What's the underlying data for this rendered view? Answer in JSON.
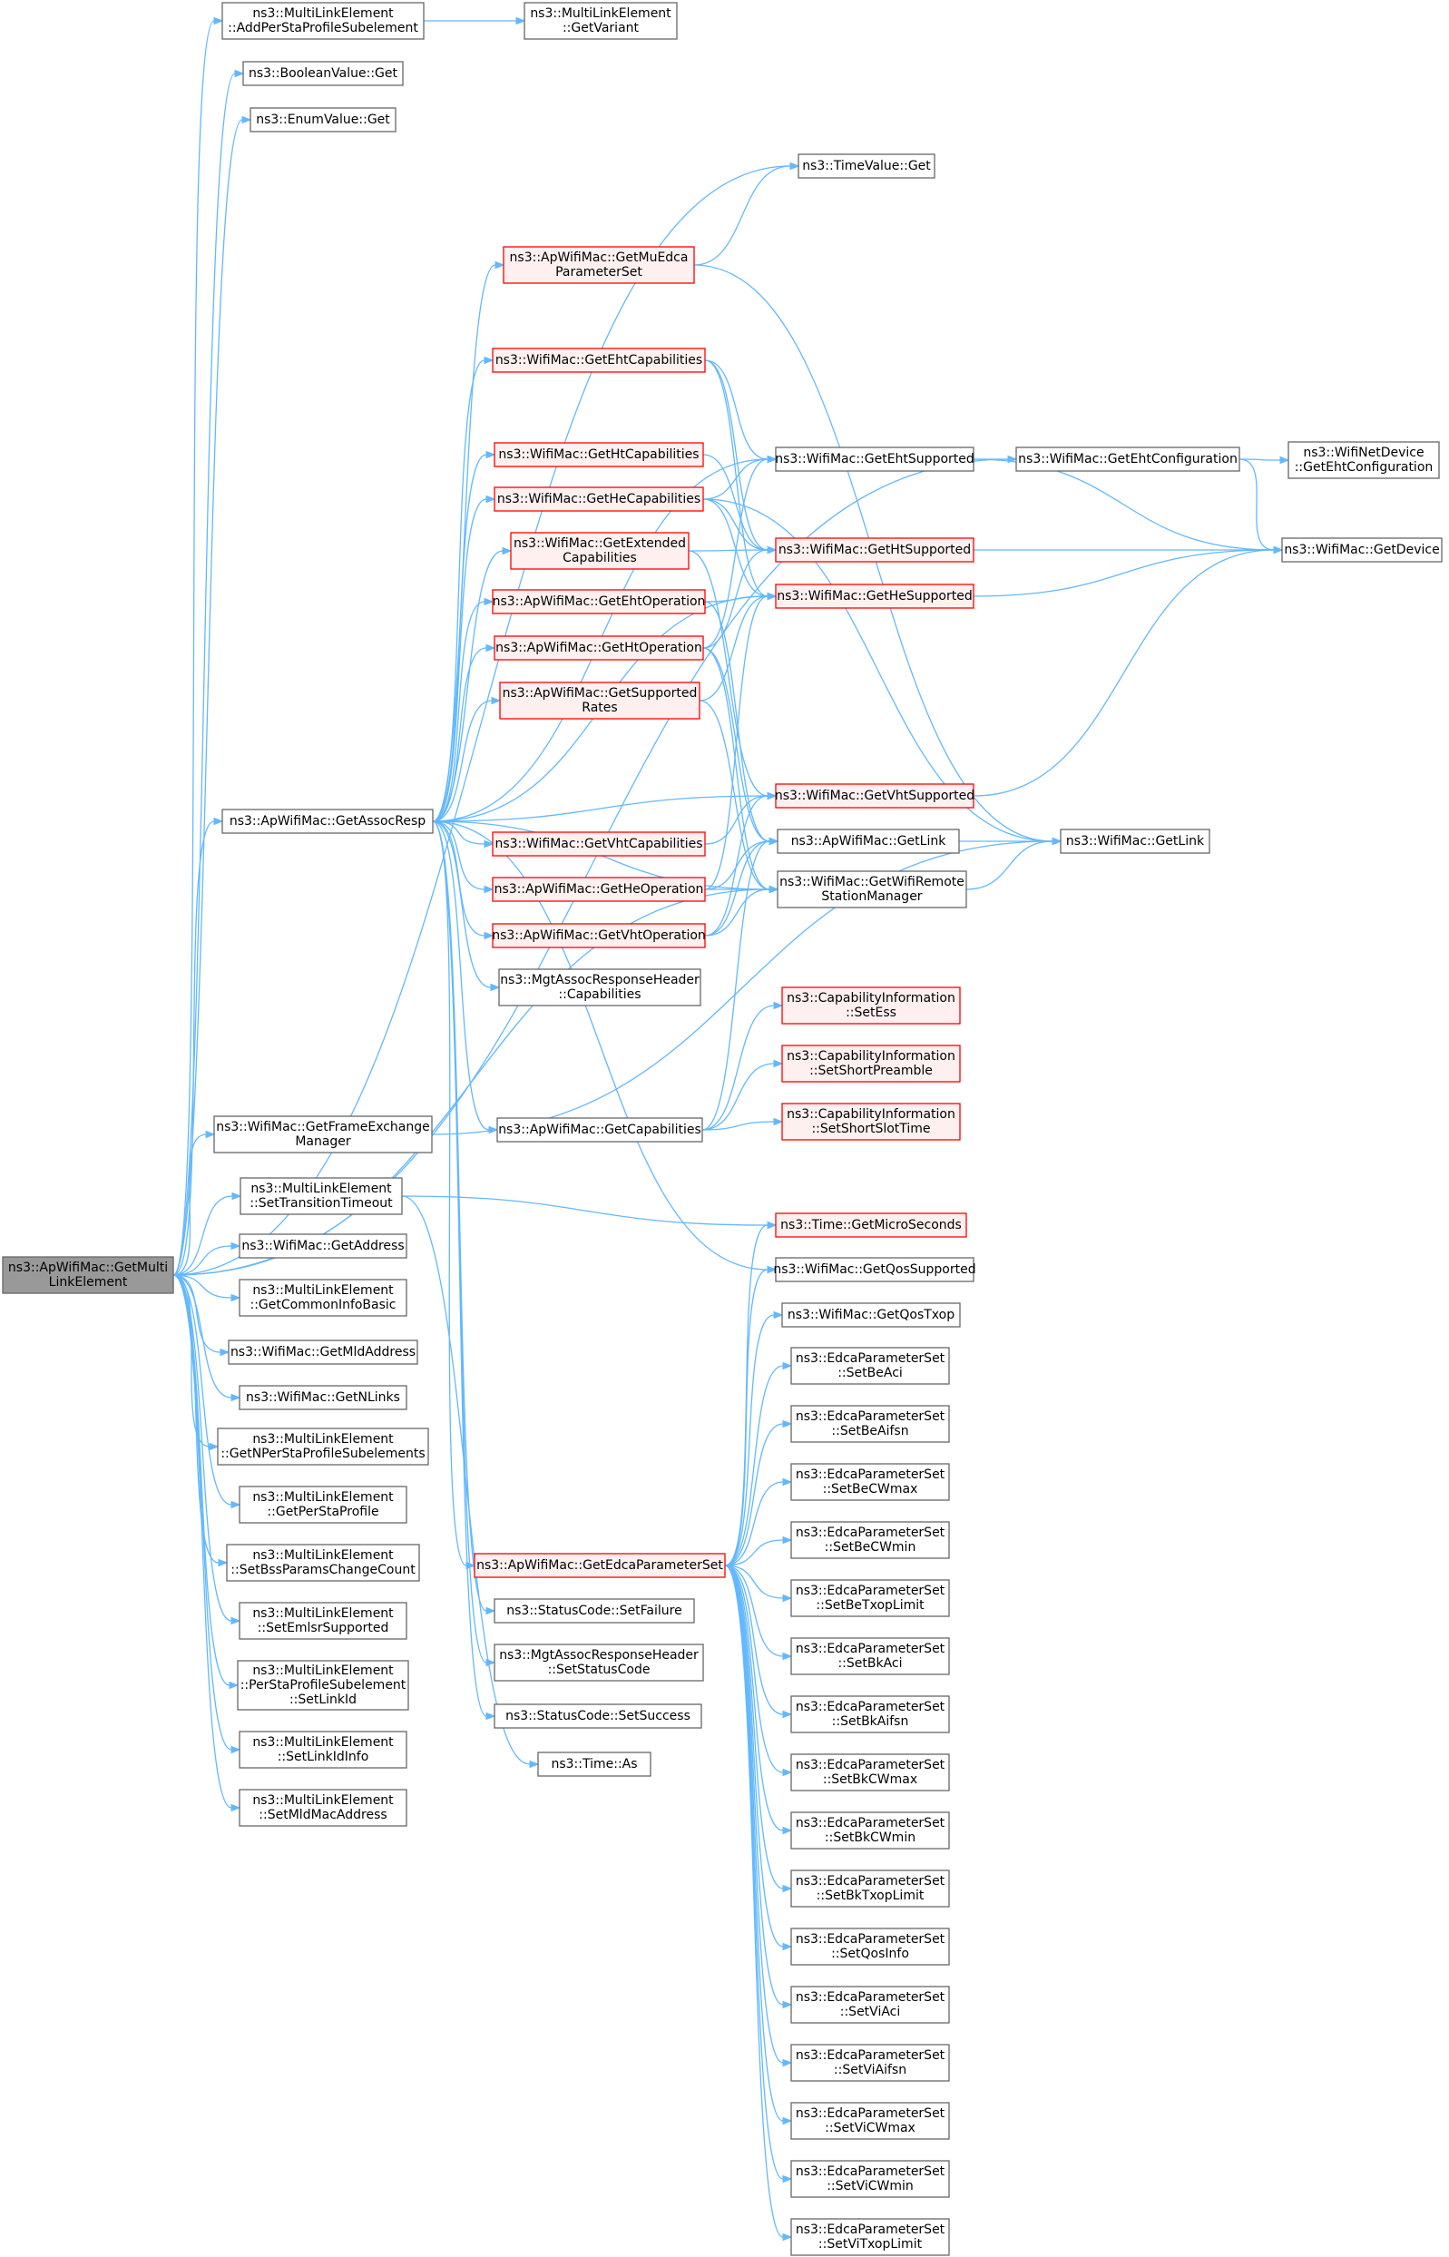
{
  "colors": {
    "edge": "#63b8ff",
    "node_border_normal": "#666666",
    "node_fill_normal": "#ffffff",
    "node_border_truncated": "#ff0000",
    "node_fill_truncated": "#fff0f0",
    "node_border_root": "#666666",
    "node_fill_root": "#999999"
  },
  "nodes": [
    {
      "id": "root",
      "lines": [
        "ns3::ApWifiMac::GetMulti",
        "LinkElement"
      ],
      "style": "root"
    },
    {
      "id": "addPerSta",
      "lines": [
        "ns3::MultiLinkElement",
        "::AddPerStaProfileSubelement"
      ],
      "style": "normal"
    },
    {
      "id": "getVariant",
      "lines": [
        "ns3::MultiLinkElement",
        "::GetVariant"
      ],
      "style": "normal"
    },
    {
      "id": "boolGet",
      "lines": [
        "ns3::BooleanValue::Get"
      ],
      "style": "normal"
    },
    {
      "id": "enumGet",
      "lines": [
        "ns3::EnumValue::Get"
      ],
      "style": "normal"
    },
    {
      "id": "timeGet",
      "lines": [
        "ns3::TimeValue::Get"
      ],
      "style": "normal"
    },
    {
      "id": "getMuEdca",
      "lines": [
        "ns3::ApWifiMac::GetMuEdca",
        "ParameterSet"
      ],
      "style": "truncated"
    },
    {
      "id": "getEhtCap",
      "lines": [
        "ns3::WifiMac::GetEhtCapabilities"
      ],
      "style": "truncated"
    },
    {
      "id": "getHtCap",
      "lines": [
        "ns3::WifiMac::GetHtCapabilities"
      ],
      "style": "truncated"
    },
    {
      "id": "getHeCap",
      "lines": [
        "ns3::WifiMac::GetHeCapabilities"
      ],
      "style": "truncated"
    },
    {
      "id": "getExtCap",
      "lines": [
        "ns3::WifiMac::GetExtended",
        "Capabilities"
      ],
      "style": "truncated"
    },
    {
      "id": "getEhtOp",
      "lines": [
        "ns3::ApWifiMac::GetEhtOperation"
      ],
      "style": "truncated"
    },
    {
      "id": "getHtOp",
      "lines": [
        "ns3::ApWifiMac::GetHtOperation"
      ],
      "style": "truncated"
    },
    {
      "id": "getSuppRates",
      "lines": [
        "ns3::ApWifiMac::GetSupported",
        "Rates"
      ],
      "style": "truncated"
    },
    {
      "id": "getEhtSupp",
      "lines": [
        "ns3::WifiMac::GetEhtSupported"
      ],
      "style": "normal"
    },
    {
      "id": "getEhtConf",
      "lines": [
        "ns3::WifiMac::GetEhtConfiguration"
      ],
      "style": "normal"
    },
    {
      "id": "netDevEhtConf",
      "lines": [
        "ns3::WifiNetDevice",
        "::GetEhtConfiguration"
      ],
      "style": "normal"
    },
    {
      "id": "getHtSupp",
      "lines": [
        "ns3::WifiMac::GetHtSupported"
      ],
      "style": "truncated"
    },
    {
      "id": "getDevice",
      "lines": [
        "ns3::WifiMac::GetDevice"
      ],
      "style": "normal"
    },
    {
      "id": "getHeSupp",
      "lines": [
        "ns3::WifiMac::GetHeSupported"
      ],
      "style": "truncated"
    },
    {
      "id": "getAssocResp",
      "lines": [
        "ns3::ApWifiMac::GetAssocResp"
      ],
      "style": "normal"
    },
    {
      "id": "getVhtSupp",
      "lines": [
        "ns3::WifiMac::GetVhtSupported"
      ],
      "style": "truncated"
    },
    {
      "id": "getVhtCap",
      "lines": [
        "ns3::WifiMac::GetVhtCapabilities"
      ],
      "style": "truncated"
    },
    {
      "id": "apGetLink",
      "lines": [
        "ns3::ApWifiMac::GetLink"
      ],
      "style": "normal"
    },
    {
      "id": "wmGetLink",
      "lines": [
        "ns3::WifiMac::GetLink"
      ],
      "style": "normal"
    },
    {
      "id": "getHeOp",
      "lines": [
        "ns3::ApWifiMac::GetHeOperation"
      ],
      "style": "truncated"
    },
    {
      "id": "getRsm",
      "lines": [
        "ns3::WifiMac::GetWifiRemote",
        "StationManager"
      ],
      "style": "normal"
    },
    {
      "id": "getVhtOp",
      "lines": [
        "ns3::ApWifiMac::GetVhtOperation"
      ],
      "style": "truncated"
    },
    {
      "id": "mgtCap",
      "lines": [
        "ns3::MgtAssocResponseHeader",
        "::Capabilities"
      ],
      "style": "normal"
    },
    {
      "id": "setEss",
      "lines": [
        "ns3::CapabilityInformation",
        "::SetEss"
      ],
      "style": "truncated"
    },
    {
      "id": "setShortPre",
      "lines": [
        "ns3::CapabilityInformation",
        "::SetShortPreamble"
      ],
      "style": "truncated"
    },
    {
      "id": "getFem",
      "lines": [
        "ns3::WifiMac::GetFrameExchange",
        "Manager"
      ],
      "style": "normal"
    },
    {
      "id": "apGetCaps",
      "lines": [
        "ns3::ApWifiMac::GetCapabilities"
      ],
      "style": "normal"
    },
    {
      "id": "setShortSlot",
      "lines": [
        "ns3::CapabilityInformation",
        "::SetShortSlotTime"
      ],
      "style": "truncated"
    },
    {
      "id": "setTransTo",
      "lines": [
        "ns3::MultiLinkElement",
        "::SetTransitionTimeout"
      ],
      "style": "normal"
    },
    {
      "id": "getMicro",
      "lines": [
        "ns3::Time::GetMicroSeconds"
      ],
      "style": "truncated"
    },
    {
      "id": "getAddress",
      "lines": [
        "ns3::WifiMac::GetAddress"
      ],
      "style": "normal"
    },
    {
      "id": "getQosSupp",
      "lines": [
        "ns3::WifiMac::GetQosSupported"
      ],
      "style": "normal"
    },
    {
      "id": "getCommonInfo",
      "lines": [
        "ns3::MultiLinkElement",
        "::GetCommonInfoBasic"
      ],
      "style": "normal"
    },
    {
      "id": "getQosTxop",
      "lines": [
        "ns3::WifiMac::GetQosTxop"
      ],
      "style": "normal"
    },
    {
      "id": "getMldAddr",
      "lines": [
        "ns3::WifiMac::GetMldAddress"
      ],
      "style": "normal"
    },
    {
      "id": "setBeAci",
      "lines": [
        "ns3::EdcaParameterSet",
        "::SetBeAci"
      ],
      "style": "normal"
    },
    {
      "id": "getNLinks",
      "lines": [
        "ns3::WifiMac::GetNLinks"
      ],
      "style": "normal"
    },
    {
      "id": "setBeAifsn",
      "lines": [
        "ns3::EdcaParameterSet",
        "::SetBeAifsn"
      ],
      "style": "normal"
    },
    {
      "id": "getNPerSta",
      "lines": [
        "ns3::MultiLinkElement",
        "::GetNPerStaProfileSubelements"
      ],
      "style": "normal"
    },
    {
      "id": "setBeCWmax",
      "lines": [
        "ns3::EdcaParameterSet",
        "::SetBeCWmax"
      ],
      "style": "normal"
    },
    {
      "id": "getPerSta",
      "lines": [
        "ns3::MultiLinkElement",
        "::GetPerStaProfile"
      ],
      "style": "normal"
    },
    {
      "id": "setBeCWmin",
      "lines": [
        "ns3::EdcaParameterSet",
        "::SetBeCWmin"
      ],
      "style": "normal"
    },
    {
      "id": "getEdca",
      "lines": [
        "ns3::ApWifiMac::GetEdcaParameterSet"
      ],
      "style": "truncated"
    },
    {
      "id": "setBssChg",
      "lines": [
        "ns3::MultiLinkElement",
        "::SetBssParamsChangeCount"
      ],
      "style": "normal"
    },
    {
      "id": "setBeTxop",
      "lines": [
        "ns3::EdcaParameterSet",
        "::SetBeTxopLimit"
      ],
      "style": "normal"
    },
    {
      "id": "scSetFailure",
      "lines": [
        "ns3::StatusCode::SetFailure"
      ],
      "style": "normal"
    },
    {
      "id": "setEmlsr",
      "lines": [
        "ns3::MultiLinkElement",
        "::SetEmlsrSupported"
      ],
      "style": "normal"
    },
    {
      "id": "setBkAci",
      "lines": [
        "ns3::EdcaParameterSet",
        "::SetBkAci"
      ],
      "style": "normal"
    },
    {
      "id": "mgtSetStatus",
      "lines": [
        "ns3::MgtAssocResponseHeader",
        "::SetStatusCode"
      ],
      "style": "normal"
    },
    {
      "id": "perStaSetLinkId",
      "lines": [
        "ns3::MultiLinkElement",
        "::PerStaProfileSubelement",
        "::SetLinkId"
      ],
      "style": "normal"
    },
    {
      "id": "setBkAifsn",
      "lines": [
        "ns3::EdcaParameterSet",
        "::SetBkAifsn"
      ],
      "style": "normal"
    },
    {
      "id": "scSetSuccess",
      "lines": [
        "ns3::StatusCode::SetSuccess"
      ],
      "style": "normal"
    },
    {
      "id": "setLinkIdInfo",
      "lines": [
        "ns3::MultiLinkElement",
        "::SetLinkIdInfo"
      ],
      "style": "normal"
    },
    {
      "id": "timeAs",
      "lines": [
        "ns3::Time::As"
      ],
      "style": "normal"
    },
    {
      "id": "setBkCWmax",
      "lines": [
        "ns3::EdcaParameterSet",
        "::SetBkCWmax"
      ],
      "style": "normal"
    },
    {
      "id": "setMldMac",
      "lines": [
        "ns3::MultiLinkElement",
        "::SetMldMacAddress"
      ],
      "style": "normal"
    },
    {
      "id": "setBkCWmin",
      "lines": [
        "ns3::EdcaParameterSet",
        "::SetBkCWmin"
      ],
      "style": "normal"
    },
    {
      "id": "setBkTxop",
      "lines": [
        "ns3::EdcaParameterSet",
        "::SetBkTxopLimit"
      ],
      "style": "normal"
    },
    {
      "id": "setQosInfo",
      "lines": [
        "ns3::EdcaParameterSet",
        "::SetQosInfo"
      ],
      "style": "normal"
    },
    {
      "id": "setViAci",
      "lines": [
        "ns3::EdcaParameterSet",
        "::SetViAci"
      ],
      "style": "normal"
    },
    {
      "id": "setViAifsn",
      "lines": [
        "ns3::EdcaParameterSet",
        "::SetViAifsn"
      ],
      "style": "normal"
    },
    {
      "id": "setViCWmax",
      "lines": [
        "ns3::EdcaParameterSet",
        "::SetViCWmax"
      ],
      "style": "normal"
    },
    {
      "id": "setViCWmin",
      "lines": [
        "ns3::EdcaParameterSet",
        "::SetViCWmin"
      ],
      "style": "normal"
    },
    {
      "id": "setViTxop",
      "lines": [
        "ns3::EdcaParameterSet",
        "::SetViTxopLimit"
      ],
      "style": "normal"
    }
  ],
  "edges": [
    [
      "root",
      "addPerSta"
    ],
    [
      "root",
      "boolGet"
    ],
    [
      "root",
      "enumGet"
    ],
    [
      "root",
      "timeGet"
    ],
    [
      "root",
      "getEhtConf"
    ],
    [
      "root",
      "getAssocResp"
    ],
    [
      "root",
      "getRsm"
    ],
    [
      "root",
      "getFem"
    ],
    [
      "root",
      "setTransTo"
    ],
    [
      "root",
      "getAddress"
    ],
    [
      "root",
      "getCommonInfo"
    ],
    [
      "root",
      "getMldAddr"
    ],
    [
      "root",
      "getNLinks"
    ],
    [
      "root",
      "getNPerSta"
    ],
    [
      "root",
      "getPerSta"
    ],
    [
      "root",
      "setBssChg"
    ],
    [
      "root",
      "setEmlsr"
    ],
    [
      "root",
      "perStaSetLinkId"
    ],
    [
      "root",
      "setLinkIdInfo"
    ],
    [
      "root",
      "setMldMac"
    ],
    [
      "addPerSta",
      "getVariant"
    ],
    [
      "getAssocResp",
      "getMuEdca"
    ],
    [
      "getAssocResp",
      "getEhtCap"
    ],
    [
      "getAssocResp",
      "getHtCap"
    ],
    [
      "getAssocResp",
      "getHeCap"
    ],
    [
      "getAssocResp",
      "getExtCap"
    ],
    [
      "getAssocResp",
      "getEhtOp"
    ],
    [
      "getAssocResp",
      "getHtOp"
    ],
    [
      "getAssocResp",
      "getSuppRates"
    ],
    [
      "getAssocResp",
      "getEhtSupp"
    ],
    [
      "getAssocResp",
      "getHeSupp"
    ],
    [
      "getAssocResp",
      "getVhtSupp"
    ],
    [
      "getAssocResp",
      "getVhtCap"
    ],
    [
      "getAssocResp",
      "getHeOp"
    ],
    [
      "getAssocResp",
      "getVhtOp"
    ],
    [
      "getAssocResp",
      "mgtCap"
    ],
    [
      "getAssocResp",
      "apGetCaps"
    ],
    [
      "getAssocResp",
      "getRsm"
    ],
    [
      "getAssocResp",
      "getQosSupp"
    ],
    [
      "getAssocResp",
      "getEdca"
    ],
    [
      "getAssocResp",
      "scSetFailure"
    ],
    [
      "getAssocResp",
      "mgtSetStatus"
    ],
    [
      "getAssocResp",
      "scSetSuccess"
    ],
    [
      "getMuEdca",
      "timeGet"
    ],
    [
      "getMuEdca",
      "wmGetLink"
    ],
    [
      "getEhtCap",
      "getEhtSupp"
    ],
    [
      "getEhtCap",
      "getHtSupp"
    ],
    [
      "getEhtCap",
      "getHeSupp"
    ],
    [
      "getHtCap",
      "getHtSupp"
    ],
    [
      "getHeCap",
      "getEhtSupp"
    ],
    [
      "getHeCap",
      "getHtSupp"
    ],
    [
      "getHeCap",
      "getHeSupp"
    ],
    [
      "getHeCap",
      "wmGetLink"
    ],
    [
      "getExtCap",
      "getHtSupp"
    ],
    [
      "getExtCap",
      "getVhtSupp"
    ],
    [
      "getEhtOp",
      "getHeSupp"
    ],
    [
      "getEhtOp",
      "apGetLink"
    ],
    [
      "getHtOp",
      "getHtSupp"
    ],
    [
      "getHtOp",
      "getEhtSupp"
    ],
    [
      "getHtOp",
      "apGetLink"
    ],
    [
      "getHtOp",
      "getRsm"
    ],
    [
      "getSuppRates",
      "getRsm"
    ],
    [
      "getSuppRates",
      "getHeSupp"
    ],
    [
      "getEhtSupp",
      "getEhtConf"
    ],
    [
      "getEhtSupp",
      "getDevice"
    ],
    [
      "getEhtConf",
      "netDevEhtConf"
    ],
    [
      "getEhtConf",
      "getDevice"
    ],
    [
      "getHtSupp",
      "getDevice"
    ],
    [
      "getHeSupp",
      "getDevice"
    ],
    [
      "getVhtSupp",
      "getDevice"
    ],
    [
      "getVhtCap",
      "getVhtSupp"
    ],
    [
      "apGetLink",
      "wmGetLink"
    ],
    [
      "getRsm",
      "wmGetLink"
    ],
    [
      "getHeOp",
      "apGetLink"
    ],
    [
      "getHeOp",
      "getRsm"
    ],
    [
      "getHeOp",
      "getHeSupp"
    ],
    [
      "getVhtOp",
      "apGetLink"
    ],
    [
      "getVhtOp",
      "getRsm"
    ],
    [
      "getVhtOp",
      "getVhtSupp"
    ],
    [
      "apGetCaps",
      "setEss"
    ],
    [
      "apGetCaps",
      "setShortPre"
    ],
    [
      "apGetCaps",
      "setShortSlot"
    ],
    [
      "apGetCaps",
      "apGetLink"
    ],
    [
      "getFem",
      "wmGetLink"
    ],
    [
      "setTransTo",
      "getMicro"
    ],
    [
      "setTransTo",
      "timeAs"
    ],
    [
      "getEdca",
      "getMicro"
    ],
    [
      "getEdca",
      "getQosSupp"
    ],
    [
      "getEdca",
      "getQosTxop"
    ],
    [
      "getEdca",
      "setBeAci"
    ],
    [
      "getEdca",
      "setBeAifsn"
    ],
    [
      "getEdca",
      "setBeCWmax"
    ],
    [
      "getEdca",
      "setBeCWmin"
    ],
    [
      "getEdca",
      "setBeTxop"
    ],
    [
      "getEdca",
      "setBkAci"
    ],
    [
      "getEdca",
      "setBkAifsn"
    ],
    [
      "getEdca",
      "setBkCWmax"
    ],
    [
      "getEdca",
      "setBkCWmin"
    ],
    [
      "getEdca",
      "setBkTxop"
    ],
    [
      "getEdca",
      "setQosInfo"
    ],
    [
      "getEdca",
      "setViAci"
    ],
    [
      "getEdca",
      "setViAifsn"
    ],
    [
      "getEdca",
      "setViCWmax"
    ],
    [
      "getEdca",
      "setViCWmin"
    ],
    [
      "getEdca",
      "setViTxop"
    ]
  ]
}
